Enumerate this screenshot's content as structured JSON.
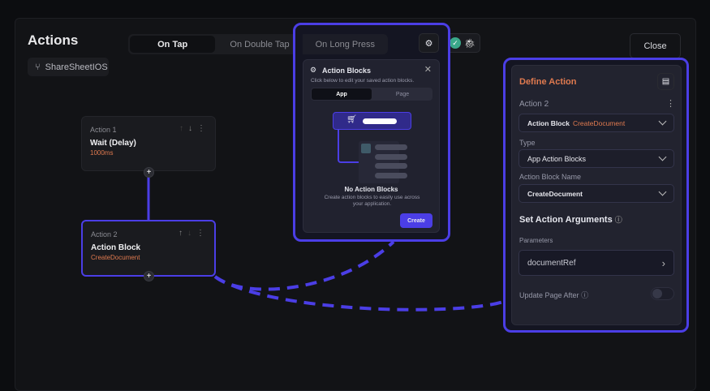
{
  "header": {
    "title": "Actions",
    "widget_chip": "ShareSheetIOS",
    "tabs": [
      "On Tap",
      "On Double Tap",
      "On Long Press"
    ],
    "close_label": "Close"
  },
  "flow": {
    "actions": [
      {
        "label": "Action 1",
        "title": "Wait (Delay)",
        "subtitle": "1000ms"
      },
      {
        "label": "Action 2",
        "title": "Action Block",
        "subtitle": "CreateDocument"
      }
    ]
  },
  "popup": {
    "title": "Action Blocks",
    "subtitle": "Click below to edit your saved action blocks.",
    "tabs": [
      "App",
      "Page"
    ],
    "empty_title": "No Action Blocks",
    "empty_text": "Create action blocks to easily use across your application.",
    "create_label": "Create"
  },
  "define": {
    "title": "Define Action",
    "action_label": "Action 2",
    "action_type": "Action Block",
    "action_value": "CreateDocument",
    "type_label": "Type",
    "type_value": "App Action Blocks",
    "name_label": "Action Block Name",
    "name_value": "CreateDocument",
    "args_title": "Set Action Arguments",
    "params_label": "Parameters",
    "param": "documentRef",
    "update_label": "Update Page After",
    "update_enabled": false
  },
  "colors": {
    "accent": "#4b3ee6",
    "orange": "#e07a4f",
    "success": "#3aa88a"
  }
}
